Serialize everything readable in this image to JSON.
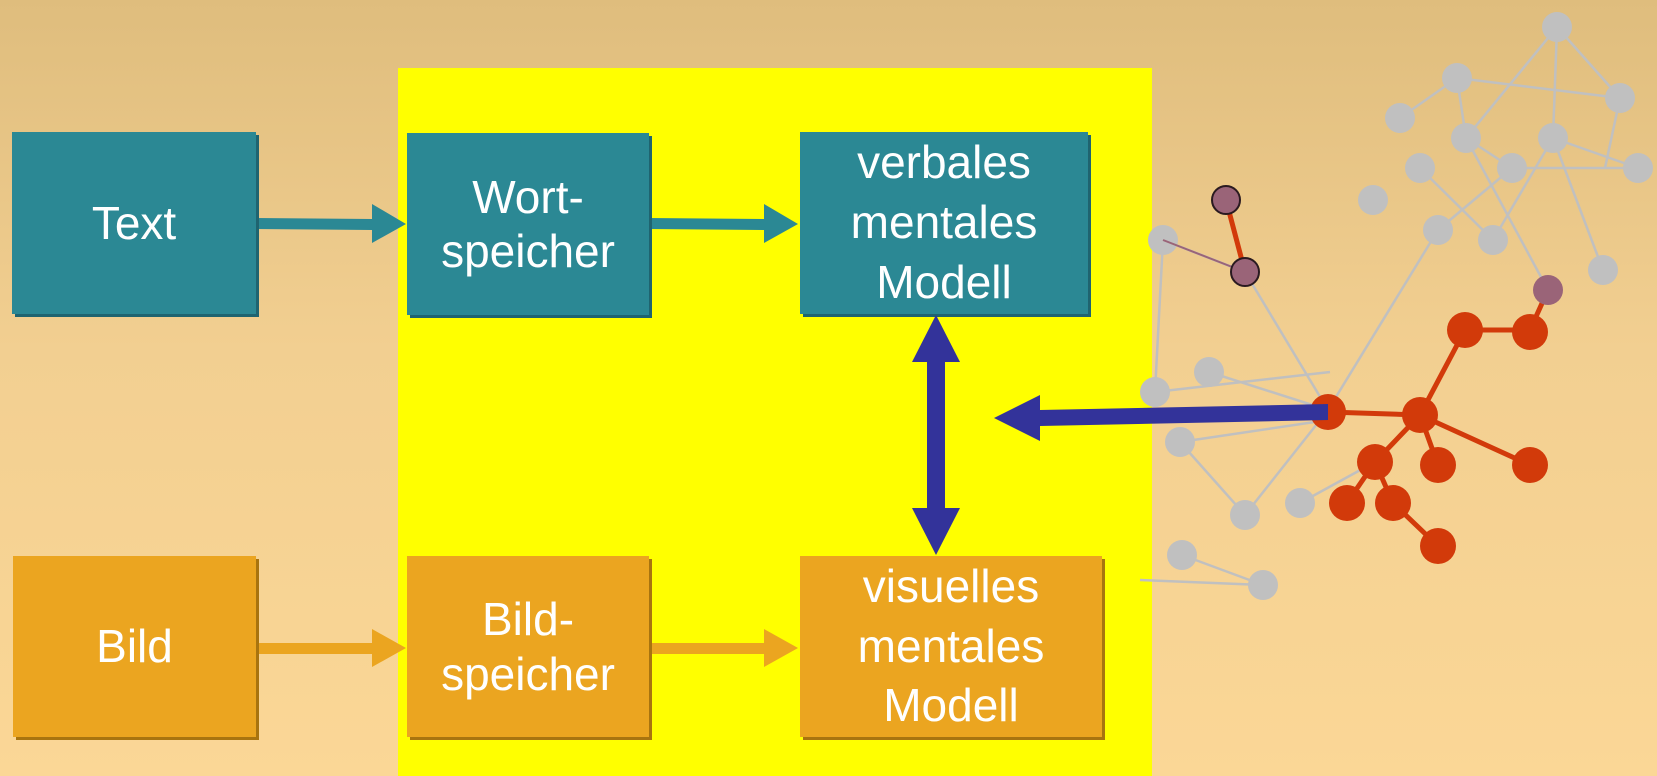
{
  "boxes": {
    "text": "Text",
    "wortspeicher": "Wort-\nspeicher",
    "verbal_model": "verbales\nmentales\nModell",
    "bild": "Bild",
    "bildspeicher": "Bild-\nspeicher",
    "visual_model": "visuelles\nmentales\nModell"
  },
  "colors": {
    "teal": "#2b8894",
    "orange": "#eba520",
    "yellow": "#ffff00",
    "arrow_blue": "#33339a",
    "network_gray": "#c0c0c0",
    "network_red": "#d23a0a",
    "network_purple": "#9a6478"
  }
}
